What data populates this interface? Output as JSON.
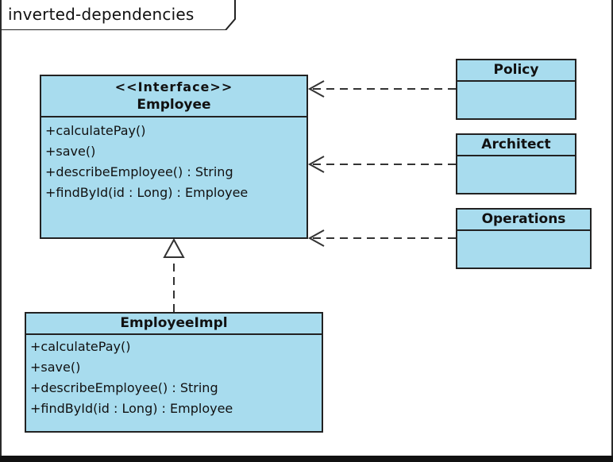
{
  "diagram": {
    "frame_title": "inverted-dependencies",
    "classes": {
      "employee": {
        "stereotype": "<<Interface>>",
        "name": "Employee",
        "operations": [
          "+calculatePay()",
          "+save()",
          "+describeEmployee() : String",
          "+findById(id : Long) : Employee"
        ]
      },
      "employee_impl": {
        "name": "EmployeeImpl",
        "operations": [
          "+calculatePay()",
          "+save()",
          "+describeEmployee() : String",
          "+findById(id : Long) : Employee"
        ]
      },
      "policy": {
        "name": "Policy"
      },
      "architect": {
        "name": "Architect"
      },
      "operations": {
        "name": "Operations"
      }
    },
    "relationships": [
      {
        "from": "Policy",
        "to": "Employee",
        "kind": "dependency"
      },
      {
        "from": "Architect",
        "to": "Employee",
        "kind": "dependency"
      },
      {
        "from": "Operations",
        "to": "Employee",
        "kind": "dependency"
      },
      {
        "from": "EmployeeImpl",
        "to": "Employee",
        "kind": "realization"
      }
    ],
    "colors": {
      "class_fill": "#a8dcee",
      "line": "#222222"
    }
  }
}
